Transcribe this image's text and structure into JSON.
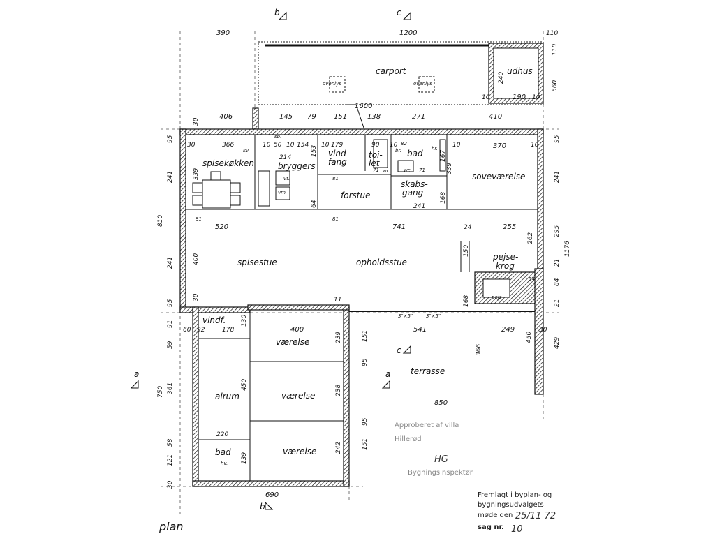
{
  "title": "plan",
  "section_marks": {
    "b_top": "b",
    "c_top": "c",
    "b_bottom": "b",
    "c_mid": "c",
    "a_left": "a",
    "a_right": "a"
  },
  "rooms": {
    "carport": "carport",
    "udhus": "udhus",
    "ovenlys1": "ovenlys",
    "ovenlys2": "ovenlys",
    "spisekokken": "spisekøkken",
    "bryggers": "bryggers",
    "vindfang": "vind-",
    "vindfang2": "fang",
    "toilet": "toi-",
    "toilet2": "let",
    "bad": "bad",
    "forstue": "forstue",
    "skabsgang": "skabs-",
    "skabsgang2": "gang",
    "sovevaerelse": "soveværelse",
    "spisestue": "spisestue",
    "opholdsstue": "opholdsstue",
    "pejsekrog": "pejse-",
    "pejsekrog2": "krog",
    "pejs": "pejs",
    "vindf": "vindf.",
    "alrum": "alrum",
    "vaerelse1": "værelse",
    "vaerelse2": "værelse",
    "vaerelse3": "værelse",
    "bad2": "bad",
    "terrasse": "terrasse"
  },
  "dims": {
    "d390": "390",
    "d1200": "1200",
    "d110": "110",
    "d110b": "110",
    "d1600": "1600",
    "d406": "406",
    "d145": "145",
    "d79": "79",
    "d151": "151",
    "d138": "138",
    "d271": "271",
    "d410": "410",
    "d240": "240",
    "d190": "190",
    "d10a": "10",
    "d10b": "10",
    "d560": "560",
    "d30a": "30",
    "d366": "366",
    "d10c": "10",
    "d50": "50",
    "d10d": "10",
    "d154": "154",
    "d10e": "10",
    "d179": "179",
    "d90": "90",
    "d10f": "10",
    "d82": "82",
    "d10g": "10",
    "d370": "370",
    "d10h": "10",
    "d214": "214",
    "d153": "153",
    "d339": "339",
    "d339b": "339",
    "d167": "167",
    "d168": "168",
    "d81a": "81",
    "d81b": "81",
    "d81c": "81",
    "d71a": "71",
    "d71b": "71",
    "d241": "241",
    "d64": "64",
    "d520": "520",
    "d741": "741",
    "d24": "24",
    "d255": "255",
    "d262": "262",
    "d400": "400",
    "d150": "150",
    "d168b": "168",
    "d54": "54",
    "d11": "11",
    "d95a": "95",
    "d241a": "241",
    "d810": "810",
    "d241b": "241",
    "d95b": "95",
    "d95r": "95",
    "d241r": "241",
    "d295": "295",
    "d1176": "1176",
    "d21": "21",
    "d84": "84",
    "d21b": "21",
    "d429": "429",
    "d450": "450",
    "d30r": "30",
    "d249": "249",
    "d541": "541",
    "d366b": "366",
    "d850": "850",
    "d60": "60",
    "d92": "92",
    "d178": "178",
    "d130": "130",
    "d400b": "400",
    "d239": "239",
    "d151b": "151",
    "d95c": "95",
    "d238": "238",
    "d95d": "95",
    "d151c": "151",
    "d242": "242",
    "d450b": "450",
    "d220": "220",
    "d139": "139",
    "d91": "91",
    "d59": "59",
    "d750": "750",
    "d361": "361",
    "d121": "121",
    "d58": "58",
    "d30b": "30",
    "d690": "690",
    "d30c": "30",
    "d30d": "30",
    "d3x5a": "3\"×5\"",
    "d3x5b": "3\"×5\"",
    "kv": "kv.",
    "hr": "hr.",
    "vt": "vt.",
    "vm": "vm",
    "sb": "sb.",
    "wc": "wc",
    "br": "br.",
    "hv": "hv."
  },
  "stamps": {
    "approval_line1": "Approberet af villa",
    "approval_line2": "Hillerød",
    "approval_sig": "HG",
    "approval_line3": "Bygningsinspektør",
    "presented_line1": "Fremlagt i byplan- og",
    "presented_line2": "bygningsudvalgets",
    "presented_line3": "møde den",
    "presented_date": "25/11 72",
    "case_label": "sag nr.",
    "case_no": "10"
  }
}
